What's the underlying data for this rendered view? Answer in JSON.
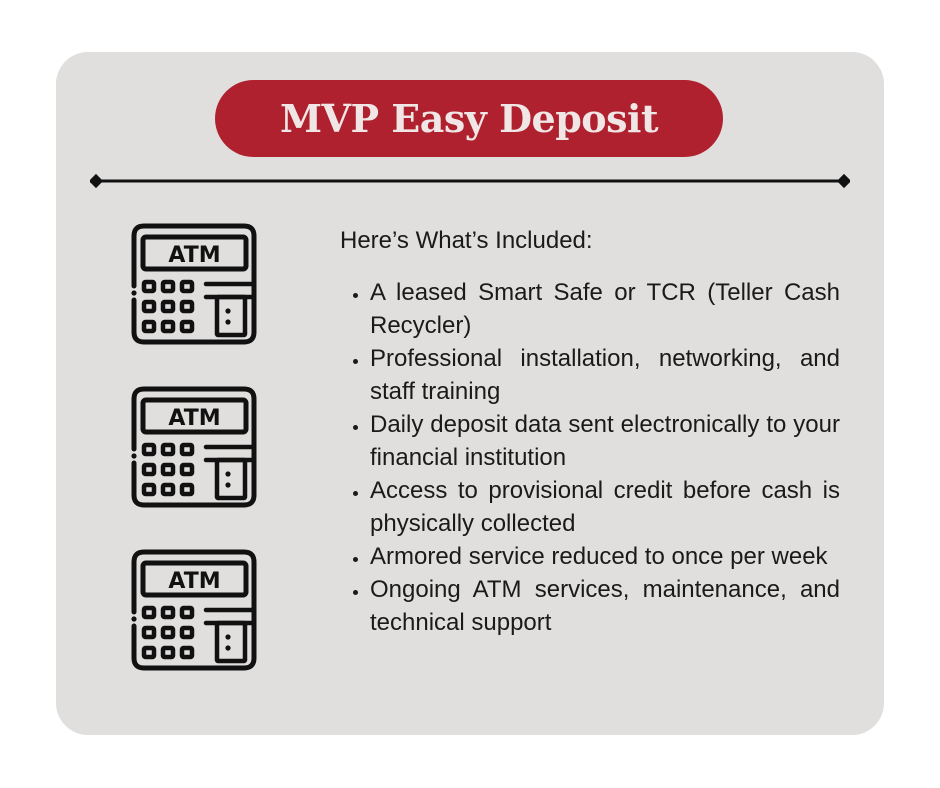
{
  "title": "MVP Easy Deposit",
  "icon_label": "ATM",
  "heading": "Here’s What’s Included:",
  "items": [
    "A leased Smart Safe or TCR (Teller Cash Recycler)",
    "Professional installation, networking, and staff training",
    "Daily deposit data sent electronically to your financial institution",
    "Access to provisional credit before cash is physically collected",
    "Armored service reduced to once per week",
    "Ongoing ATM services, maintenance, and technical support"
  ],
  "colors": {
    "accent": "#b0212f",
    "card": "#e0dfde",
    "text": "#1a1a1a"
  }
}
